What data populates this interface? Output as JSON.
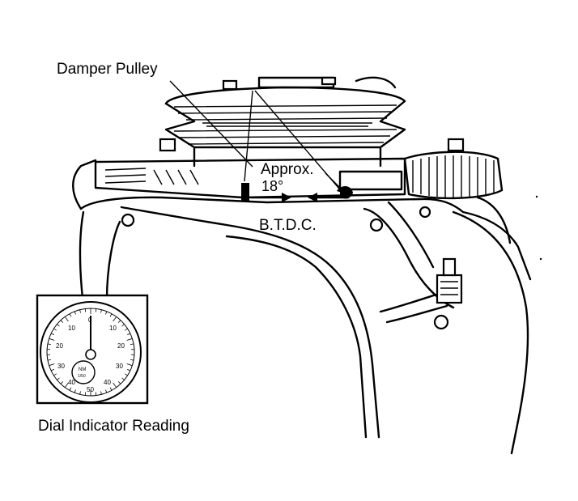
{
  "labels": {
    "damper_pulley": "Damper Pulley",
    "approx": "Approx.",
    "angle": "18°",
    "btdc": "B.T.D.C.",
    "dial_reading": "Dial Indicator Reading"
  },
  "dial": {
    "outer_numbers": [
      "0",
      "10",
      "20",
      "30",
      "40",
      "50",
      "40",
      "30",
      "20",
      "10"
    ],
    "inner_label_top": "NM",
    "inner_label_bottom": "1/50"
  },
  "colors": {
    "ink": "#000000",
    "paper": "#ffffff"
  }
}
